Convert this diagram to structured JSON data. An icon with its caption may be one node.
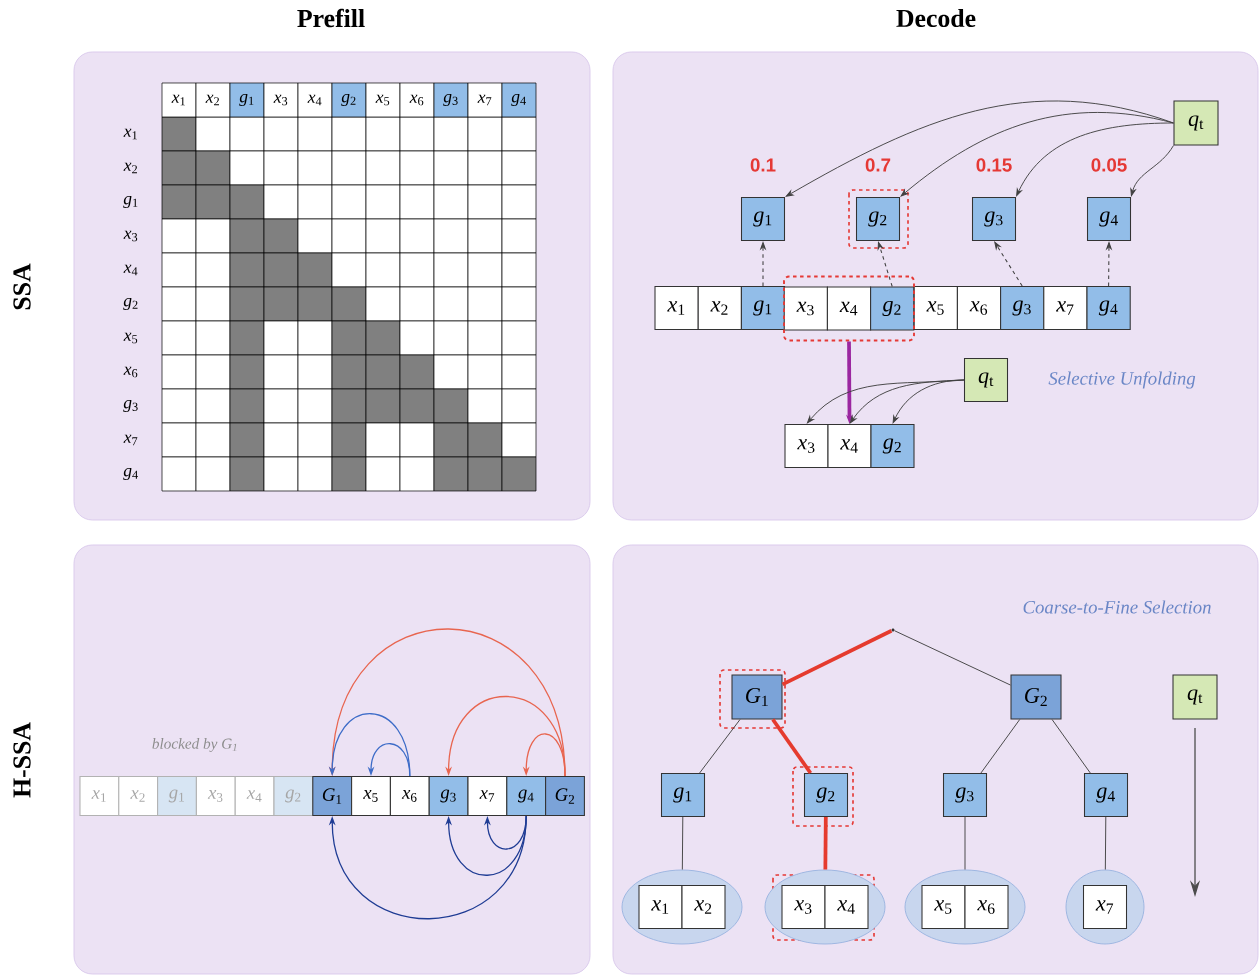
{
  "diagram": {
    "nodes": [
      {
        "text": [
          "*q*$_{t}$"
        ]
      },
      {
        "text": [
          "*g*$_{1}$"
        ],
        "beside": [
          "0.1"
        ]
      },
      {
        "text": [
          "*g*$_{2}$"
        ],
        "beside": [
          "0.7"
        ]
      },
      {
        "text": [
          "*g*$_{3}$"
        ],
        "beside": [
          "0.15"
        ]
      },
      {
        "text": [
          "*g*$_{4}$"
        ],
        "beside": [
          "0.05"
        ]
      },
      {
        "text": [
          "*x*$_{1}$"
        ]
      },
      {
        "text": [
          "*x*$_{2}$"
        ]
      },
      {
        "text": [
          "*g*$_{1}$"
        ]
      },
      {
        "text": [
          "*x*$_{3}$"
        ],
        "in": 16
      },
      {
        "text": [
          "*x*$_{4}$"
        ],
        "in": 16
      },
      {
        "text": [
          "*g*$_{2}$"
        ],
        "in": 16
      },
      {
        "text": [
          "*x*$_{5}$"
        ]
      },
      {
        "text": [
          "*x*$_{6}$"
        ]
      },
      {
        "text": [
          "*g*$_{3}$"
        ]
      },
      {
        "text": [
          "*x*$_{7}$"
        ]
      },
      {
        "text": [
          "*g*$_{4}$"
        ]
      },
      {
        "text": [],
        "shape": "box"
      },
      {
        "text": [
          "*q*$_{t}$"
        ]
      },
      {
        "text": [
          "*x*$_{3}$"
        ]
      },
      {
        "text": [
          "*x*$_{4}$"
        ]
      },
      {
        "text": [
          "*g*$_{2}$"
        ]
      },
      {
        "text": [
          "*x*$_{1}$"
        ]
      },
      {
        "text": [
          "*x*$_{2}$"
        ]
      },
      {
        "text": [
          "*g*$_{1}$"
        ]
      },
      {
        "text": [
          "*x*$_{3}$"
        ]
      },
      {
        "text": [
          "*x*$_{4}$"
        ]
      },
      {
        "text": [
          "*g*$_{2}$"
        ]
      },
      {
        "text": [
          "*G*$_{1}$"
        ]
      },
      {
        "text": [
          "*x*$_{5}$"
        ]
      },
      {
        "text": [
          "*x*$_{6}$"
        ]
      },
      {
        "text": [
          "*g*$_{3}$"
        ]
      },
      {
        "text": [
          "*x*$_{7}$"
        ]
      },
      {
        "text": [
          "*g*$_{4}$"
        ]
      },
      {
        "text": [
          "*G*$_{2}$"
        ]
      },
      {
        "text": [],
        "shape": "point"
      },
      {
        "text": [
          "*G*$_{1}$"
        ]
      },
      {
        "text": [
          "*G*$_{2}$"
        ]
      },
      {
        "text": [
          "*g*$_{1}$"
        ]
      },
      {
        "text": [
          "*g*$_{2}$"
        ]
      },
      {
        "text": [
          "*g*$_{3}$"
        ]
      },
      {
        "text": [
          "*g*$_{4}$"
        ]
      },
      {
        "text": [],
        "shape": "ellipse"
      },
      {
        "text": [
          "*x*$_{1}$"
        ],
        "in": 41
      },
      {
        "text": [
          "*x*$_{2}$"
        ],
        "in": 41
      },
      {
        "text": [],
        "shape": "ellipse"
      },
      {
        "text": [
          "*x*$_{3}$"
        ],
        "in": 44
      },
      {
        "text": [
          "*x*$_{4}$"
        ],
        "in": 44
      },
      {
        "text": [],
        "shape": "ellipse"
      },
      {
        "text": [
          "*x*$_{5}$"
        ],
        "in": 47
      },
      {
        "text": [
          "*x*$_{6}$"
        ],
        "in": 47
      },
      {
        "text": [],
        "shape": "ellipse"
      },
      {
        "text": [
          "*x*$_{7}$"
        ],
        "in": 50
      },
      {
        "text": [
          "*q*$_{t}$"
        ]
      }
    ],
    "edges": [
      {
        "from": 0,
        "to": 1,
        "arrow": "to"
      },
      {
        "from": 0,
        "to": 2,
        "arrow": "to"
      },
      {
        "from": 0,
        "to": 3,
        "arrow": "to"
      },
      {
        "from": 0,
        "to": 4,
        "arrow": "to"
      },
      {
        "from": 7,
        "to": 1,
        "arrow": "to",
        "style": "dashed"
      },
      {
        "from": 10,
        "to": 2,
        "arrow": "to",
        "style": "dashed"
      },
      {
        "from": 13,
        "to": 3,
        "arrow": "to",
        "style": "dashed"
      },
      {
        "from": 15,
        "to": 4,
        "arrow": "to",
        "style": "dashed"
      },
      {
        "from": 16,
        "to": 19,
        "arrow": "to",
        "style": "thick",
        "color": "#9b27a0"
      },
      {
        "from": 17,
        "to": 18,
        "arrow": "to"
      },
      {
        "from": 17,
        "to": 19,
        "arrow": "to"
      },
      {
        "from": 17,
        "to": 20,
        "arrow": "to"
      },
      {
        "from": 33,
        "to": 27,
        "arrow": "to",
        "color": "#e8654f"
      },
      {
        "from": 33,
        "to": 30,
        "arrow": "to",
        "color": "#e8654f"
      },
      {
        "from": 33,
        "to": 32,
        "arrow": "to",
        "color": "#e8654f"
      },
      {
        "from": 29,
        "to": 27,
        "arrow": "to",
        "color": "#3d6cc8"
      },
      {
        "from": 29,
        "to": 28,
        "arrow": "to",
        "color": "#3d6cc8"
      },
      {
        "from": 32,
        "to": 27,
        "arrow": "to",
        "color": "#1f3c94"
      },
      {
        "from": 32,
        "to": 30,
        "arrow": "to",
        "color": "#1f3c94"
      },
      {
        "from": 32,
        "to": 31,
        "arrow": "to",
        "color": "#1f3c94"
      },
      {
        "from": 34,
        "to": 35,
        "arrow": "none",
        "style": "thick",
        "color": "#e53b2e"
      },
      {
        "from": 34,
        "to": 36,
        "arrow": "none"
      },
      {
        "from": 35,
        "to": 37,
        "arrow": "none"
      },
      {
        "from": 35,
        "to": 38,
        "arrow": "none",
        "style": "thick",
        "color": "#e53b2e"
      },
      {
        "from": 36,
        "to": 39,
        "arrow": "none"
      },
      {
        "from": 36,
        "to": 40,
        "arrow": "none"
      },
      {
        "from": 37,
        "to": 41,
        "arrow": "none"
      },
      {
        "from": 38,
        "to": 44,
        "arrow": "none",
        "style": "thick",
        "color": "#e53b2e"
      },
      {
        "from": 39,
        "to": 47,
        "arrow": "none"
      },
      {
        "from": 40,
        "to": 50,
        "arrow": "none"
      }
    ],
    "labels": [
      "Prefill",
      "Decode",
      "SSA",
      "H-SSA",
      "*x*$_{1}$",
      "*x*$_{2}$",
      "*g*$_{1}$",
      "*x*$_{3}$",
      "*x*$_{4}$",
      "*g*$_{2}$",
      "*x*$_{5}$",
      "*x*$_{6}$",
      "*g*$_{3}$",
      "*x*$_{7}$",
      "*g*$_{4}$",
      "*x*$_{1}$",
      "*x*$_{2}$",
      "*g*$_{1}$",
      "*x*$_{3}$",
      "*x*$_{4}$",
      "*g*$_{2}$",
      "*x*$_{5}$",
      "*x*$_{6}$",
      "*g*$_{3}$",
      "*x*$_{7}$",
      "*g*$_{4}$",
      "Selective Unfolding",
      "blocked by G$_{1}$",
      "Coarse-to-Fine Selection"
    ]
  }
}
